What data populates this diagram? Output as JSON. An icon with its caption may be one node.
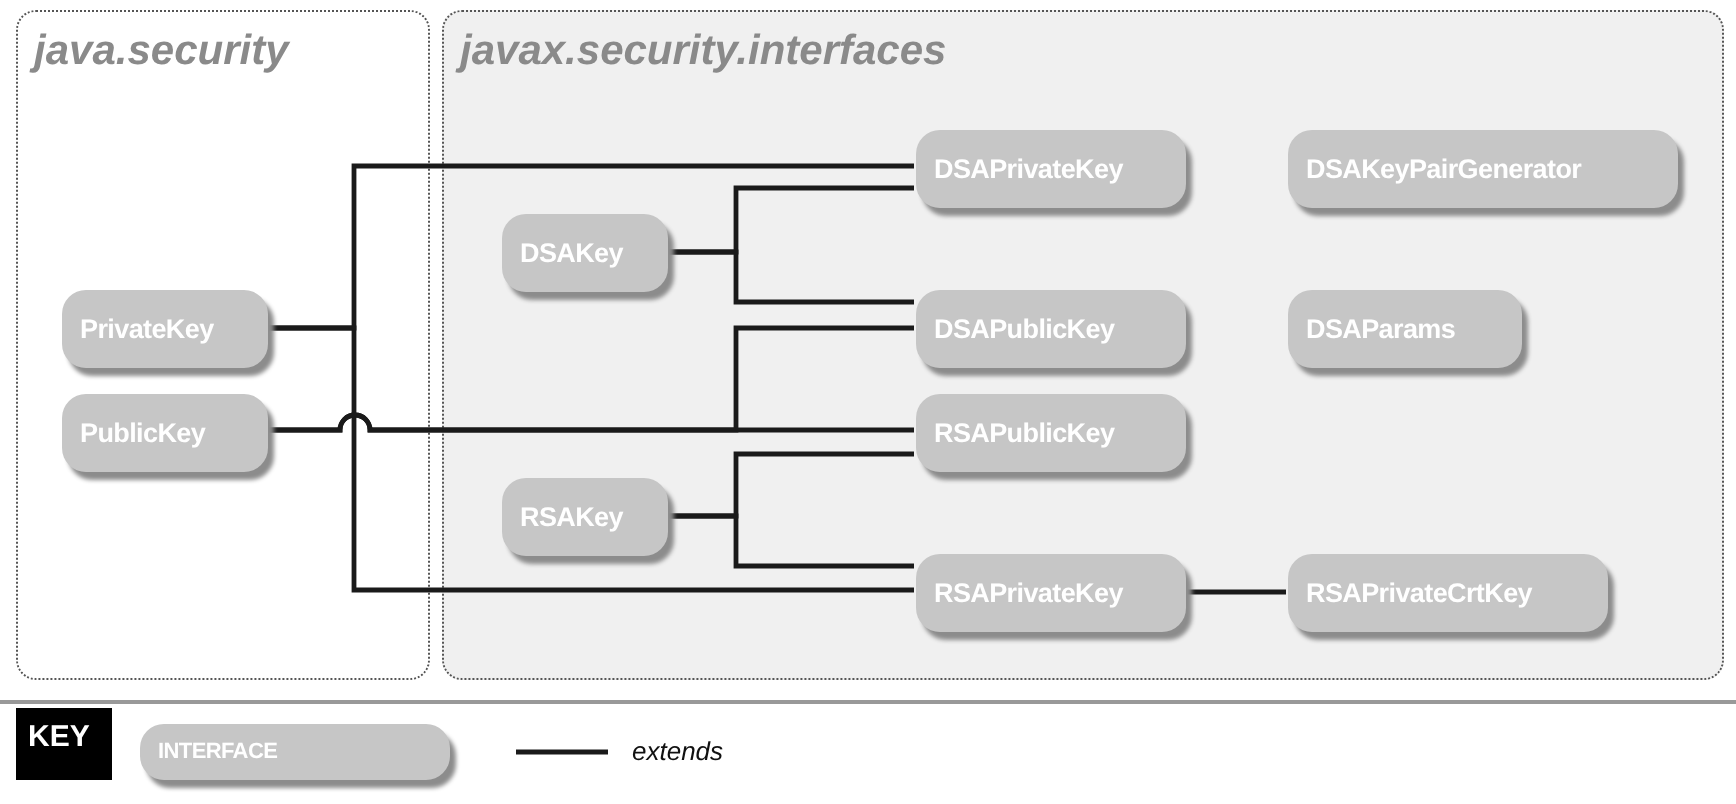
{
  "diagram": {
    "nodes": [
      {
        "text": [
          "java.security"
        ]
      },
      {
        "text": [
          "javax.security.interfaces"
        ]
      },
      {
        "text": [
          "PrivateKey"
        ],
        "in": 0
      },
      {
        "text": [
          "PublicKey"
        ],
        "in": 0
      },
      {
        "text": [
          "DSAKey"
        ],
        "in": 1
      },
      {
        "text": [
          "RSAKey"
        ],
        "in": 1
      },
      {
        "text": [
          "DSAPrivateKey"
        ],
        "in": 1
      },
      {
        "text": [
          "DSAPublicKey"
        ],
        "in": 1
      },
      {
        "text": [
          "RSAPublicKey"
        ],
        "in": 1
      },
      {
        "text": [
          "RSAPrivateKey"
        ],
        "in": 1
      },
      {
        "text": [
          "DSAKeyPairGenerator"
        ],
        "in": 1
      },
      {
        "text": [
          "DSAParams"
        ],
        "in": 1
      },
      {
        "text": [
          "RSAPrivateCrtKey"
        ],
        "in": 1
      },
      {
        "text": [
          "KEY"
        ]
      },
      {
        "text": [
          "INTERFACE"
        ]
      }
    ],
    "edges": [
      {
        "from": 2,
        "to": 6,
        "arrow": "none"
      },
      {
        "from": 2,
        "to": 9,
        "arrow": "none"
      },
      {
        "from": 4,
        "to": 6,
        "arrow": "none"
      },
      {
        "from": 4,
        "to": 7,
        "arrow": "none"
      },
      {
        "from": 3,
        "to": 7,
        "arrow": "none"
      },
      {
        "from": 3,
        "to": 8,
        "arrow": "none"
      },
      {
        "from": 5,
        "to": 8,
        "arrow": "none"
      },
      {
        "from": 5,
        "to": 9,
        "arrow": "none"
      },
      {
        "from": 9,
        "to": 12,
        "arrow": "none"
      }
    ],
    "legend": [
      {
        "text": "extends"
      }
    ]
  }
}
